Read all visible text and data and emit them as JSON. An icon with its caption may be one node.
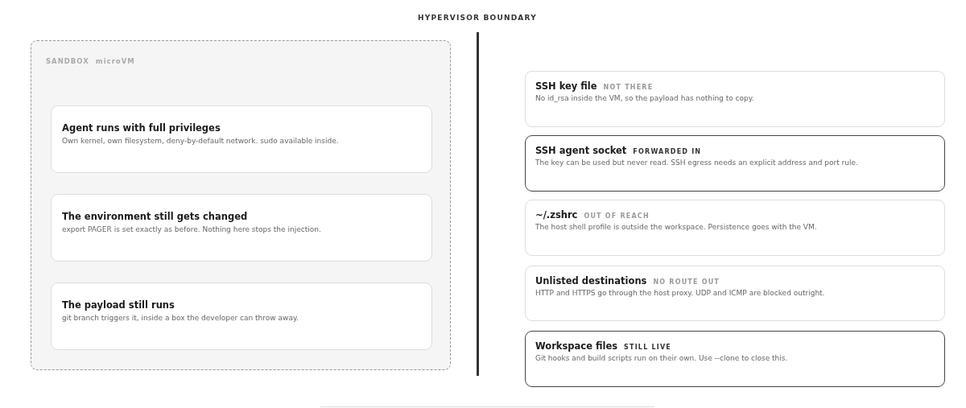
{
  "diagram": {
    "title": "HYPERVISOR BOUNDARY",
    "nodes": [
      {
        "text": [
          "SANDBOX",
          "microVM"
        ]
      },
      {
        "text": [
          "Agent runs with full privileges",
          "Own kernel, own filesystem, deny-by-default network. sudo available inside."
        ],
        "in": 0
      },
      {
        "text": [
          "The environment still gets changed",
          "export PAGER is set exactly as before. Nothing here stops the injection."
        ],
        "in": 0
      },
      {
        "text": [
          "The payload still runs",
          "git branch triggers it, inside a box the developer can throw away."
        ],
        "in": 0
      },
      {
        "text": [
          "SSH key file",
          "NOT THERE",
          "No id_rsa inside the VM, so the payload has nothing to copy."
        ]
      },
      {
        "text": [
          "SSH agent socket",
          "FORWARDED IN",
          "The key can be used but never read. SSH egress needs an explicit address and port rule."
        ]
      },
      {
        "text": [
          "~/.zshrc",
          "OUT OF REACH",
          "The host shell profile is outside the workspace. Persistence goes with the VM."
        ]
      },
      {
        "text": [
          "Unlisted destinations",
          "NO ROUTE OUT",
          "HTTP and HTTPS go through the host proxy. UDP and ICMP are blocked outright."
        ]
      },
      {
        "text": [
          "Workspace files",
          "STILL LIVE",
          "Git hooks and build scripts run on their own. Use --clone to close this."
        ]
      }
    ]
  }
}
